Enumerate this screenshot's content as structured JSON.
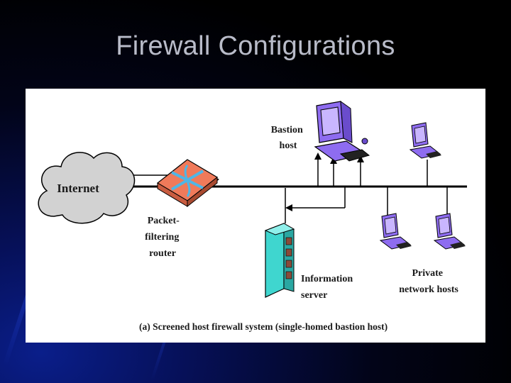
{
  "slide": {
    "title": "Firewall Configurations"
  },
  "diagram": {
    "internet": "Internet",
    "bastion": {
      "line1": "Bastion",
      "line2": "host"
    },
    "router": {
      "line1": "Packet-",
      "line2": "filtering",
      "line3": "router"
    },
    "info_server": {
      "line1": "Information",
      "line2": "server"
    },
    "private_hosts": {
      "line1": "Private",
      "line2": "network hosts"
    },
    "caption": "(a) Screened host firewall system (single-homed bastion host)",
    "colors": {
      "router": "#f07a5a",
      "router_symbol": "#4fb6e6",
      "server": "#3fd6cf",
      "workstation": "#8e6cf0",
      "cloud": "#d2d2d2"
    }
  }
}
